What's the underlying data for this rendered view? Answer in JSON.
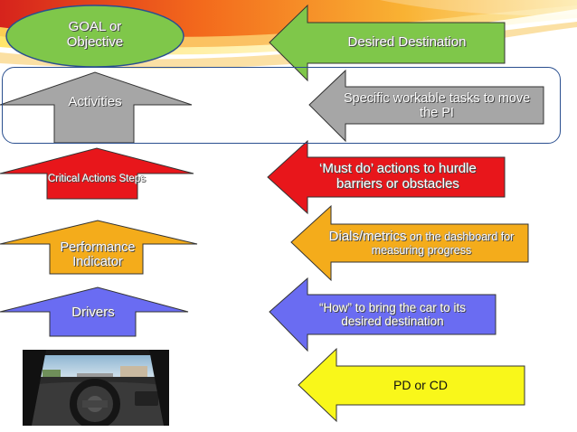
{
  "colors": {
    "green": "#7fc74a",
    "gray": "#a6a6a6",
    "red": "#e8161b",
    "orange": "#f4ac1b",
    "blue": "#6a6cf2",
    "yellow": "#f9f71a",
    "outline": "#2a4f8f"
  },
  "left": {
    "goal": "GOAL or Objective",
    "activities": "Activities",
    "critical": "Critical Actions Steps",
    "performance": "Performance Indicator",
    "drivers": "Drivers"
  },
  "right": {
    "destination": "Desired Destination",
    "tasks": "Specific workable tasks to move the PI",
    "mustdo": "‘Must do’ actions to hurdle barriers  or obstacles",
    "dials_lead": "Dials/metrics",
    "dials_rest": " on the dashboard for measuring progress",
    "how": "“How” to bring the car to its desired destination",
    "pdcd": "PD or CD"
  },
  "photo": {
    "icon": "car-dashboard-photo"
  }
}
